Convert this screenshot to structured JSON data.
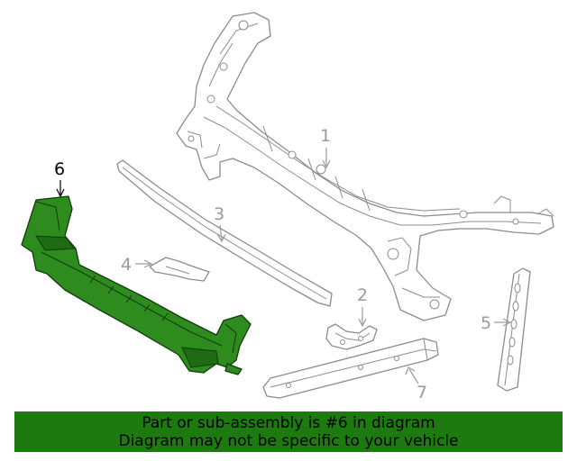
{
  "diagram": {
    "callouts": [
      {
        "id": "1",
        "label": "1",
        "highlighted": false
      },
      {
        "id": "2",
        "label": "2",
        "highlighted": false
      },
      {
        "id": "3",
        "label": "3",
        "highlighted": false
      },
      {
        "id": "4",
        "label": "4",
        "highlighted": false
      },
      {
        "id": "5",
        "label": "5",
        "highlighted": false
      },
      {
        "id": "6",
        "label": "6",
        "highlighted": true
      },
      {
        "id": "7",
        "label": "7",
        "highlighted": false
      }
    ],
    "colors": {
      "highlight_part": "#2e8b1e",
      "outline": "#8c8c8c",
      "callout_text": "#9a9a9a",
      "highlight_callout_text": "#000000",
      "banner_background": "#1d7a0e"
    }
  },
  "banner": {
    "line1": "Part or sub-assembly is #6 in diagram",
    "line2": "Diagram may not be specific to your vehicle"
  }
}
